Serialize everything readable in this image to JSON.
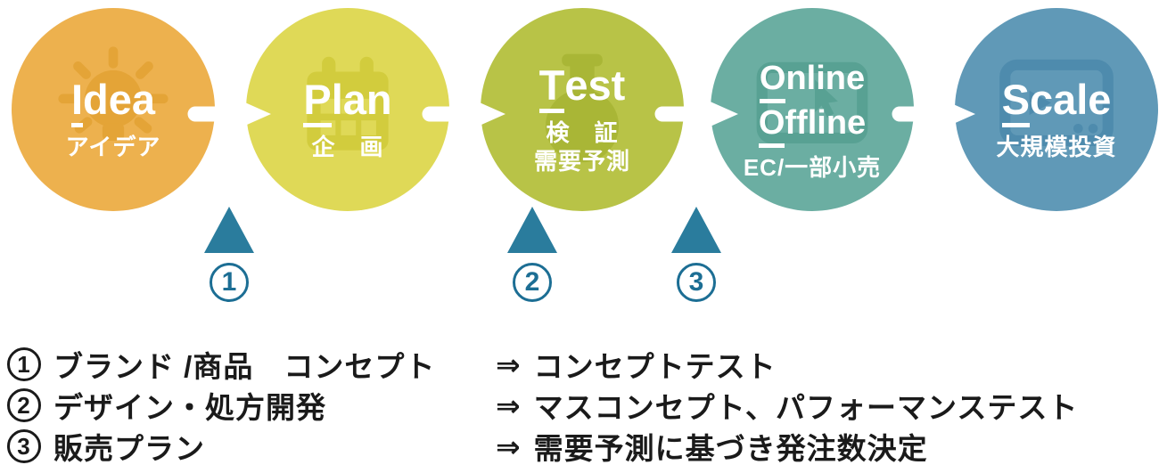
{
  "colors": {
    "arrow": "#FFFFFF",
    "triangle": "#2A7C9D",
    "callout_number": "#1C6E94",
    "legend_text": "#1A1A1A"
  },
  "steps": [
    {
      "title_initial": "I",
      "title_rest": "dea",
      "subtitles": [
        "アイデア"
      ],
      "color": "#EDB14E",
      "icon_color": "#E4A437",
      "icon": "lightbulb-icon"
    },
    {
      "title_initial": "P",
      "title_rest": "lan",
      "subtitles": [
        "企　画"
      ],
      "color": "#DFD957",
      "icon_color": "#D2CC3D",
      "icon": "calendar-icon"
    },
    {
      "title_initial": "T",
      "title_rest": "est",
      "subtitles": [
        "検　証",
        "需要予測"
      ],
      "color": "#B8C347",
      "icon_color": "#A9B636",
      "icon": "flask-icon"
    },
    {
      "title_initial": "O",
      "title_rest": "nline",
      "title2_initial": "O",
      "title2_rest": "ffline",
      "subtitles": [
        "EC/一部小売"
      ],
      "color": "#6BAEA2",
      "icon_color": "#58A193",
      "icon": "monitor-cursor-icon"
    },
    {
      "title_initial": "S",
      "title_rest": "cale",
      "subtitles": [
        "大規模投資"
      ],
      "color": "#6099B7",
      "icon_color": "#4E8BAD",
      "icon": "monitor-icon"
    }
  ],
  "callouts": [
    {
      "number": "1"
    },
    {
      "number": "2"
    },
    {
      "number": "3"
    }
  ],
  "legend": {
    "arrow_glyph": "⇒",
    "rows": [
      {
        "number": "1",
        "label": "ブランド /商品　コンセプト",
        "result": "コンセプトテスト"
      },
      {
        "number": "2",
        "label": "デザイン・処方開発",
        "result": "マスコンセプト、パフォーマンステスト"
      },
      {
        "number": "3",
        "label": "販売プラン",
        "result": "需要予測に基づき発注数決定"
      }
    ]
  }
}
